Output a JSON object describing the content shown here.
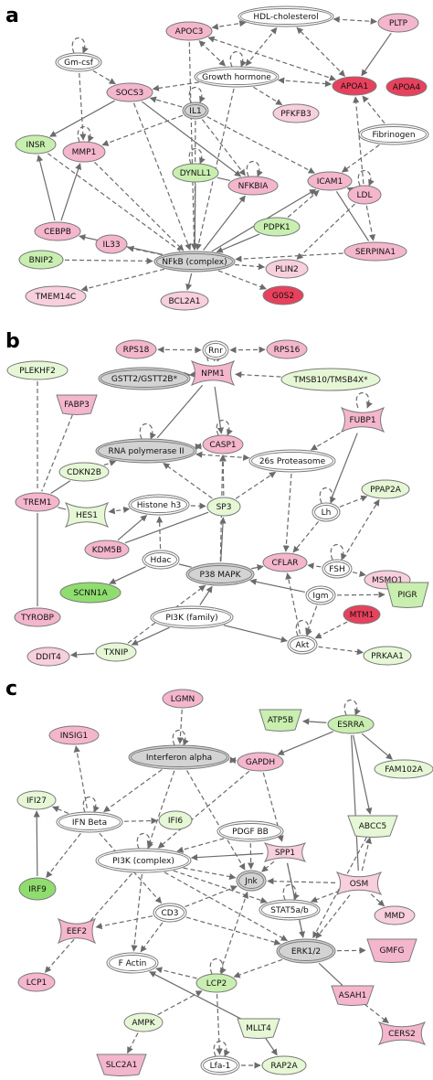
{
  "colors": {
    "pink": "#f4b6cc",
    "lightpink": "#f8cfdc",
    "red": "#e8415d",
    "green": "#c9efb0",
    "lightgreen": "#e6f7d6",
    "brightgreen": "#8fdd6f",
    "gray": "#d3d3d3",
    "white": "#ffffff",
    "edge": "#6b6b6b"
  },
  "panels": [
    {
      "label": "a",
      "nodes": [
        {
          "id": "HDL",
          "label": "HDL-cholesterol",
          "shape": "ellipse",
          "color": "white"
        },
        {
          "id": "APOC3",
          "label": "APOC3",
          "shape": "ellipse",
          "color": "pink"
        },
        {
          "id": "PLTP",
          "label": "PLTP",
          "shape": "ellipse",
          "color": "pink"
        },
        {
          "id": "Gmcsf",
          "label": "Gm-csf",
          "shape": "ellipse",
          "color": "white"
        },
        {
          "id": "GH",
          "label": "Growth hormone",
          "shape": "ellipse",
          "color": "white"
        },
        {
          "id": "APOA1",
          "label": "APOA1",
          "shape": "ellipse",
          "color": "red"
        },
        {
          "id": "APOA4",
          "label": "APOA4",
          "shape": "ellipse",
          "color": "red"
        },
        {
          "id": "SOCS3",
          "label": "SOCS3",
          "shape": "ellipse",
          "color": "pink"
        },
        {
          "id": "PFKFB3",
          "label": "PFKFB3",
          "shape": "ellipse",
          "color": "lightpink"
        },
        {
          "id": "INSR",
          "label": "INSR",
          "shape": "ellipse",
          "color": "green"
        },
        {
          "id": "IL1",
          "label": "IL1",
          "shape": "ellipse",
          "color": "gray"
        },
        {
          "id": "Fib",
          "label": "Fibrinogen",
          "shape": "ellipse",
          "color": "white"
        },
        {
          "id": "MMP1",
          "label": "MMP1",
          "shape": "ellipse",
          "color": "pink"
        },
        {
          "id": "DYNLL1",
          "label": "DYNLL1",
          "shape": "ellipse",
          "color": "green"
        },
        {
          "id": "NFKBIA",
          "label": "NFKBIA",
          "shape": "ellipse",
          "color": "pink"
        },
        {
          "id": "ICAM1",
          "label": "ICAM1",
          "shape": "ellipse",
          "color": "pink"
        },
        {
          "id": "LDL",
          "label": "LDL",
          "shape": "ellipse",
          "color": "pink"
        },
        {
          "id": "CEBPB",
          "label": "CEBPB",
          "shape": "ellipse",
          "color": "pink"
        },
        {
          "id": "IL33",
          "label": "IL33",
          "shape": "ellipse",
          "color": "pink"
        },
        {
          "id": "PDPK1",
          "label": "PDPK1",
          "shape": "ellipse",
          "color": "green"
        },
        {
          "id": "SERPINA1",
          "label": "SERPINA1",
          "shape": "ellipse",
          "color": "pink"
        },
        {
          "id": "BNIP2",
          "label": "BNIP2",
          "shape": "ellipse",
          "color": "green"
        },
        {
          "id": "NFKB",
          "label": "NFkB (complex)",
          "shape": "ellipse",
          "color": "gray"
        },
        {
          "id": "PLIN2",
          "label": "PLIN2",
          "shape": "ellipse",
          "color": "lightpink"
        },
        {
          "id": "TMEM14C",
          "label": "TMEM14C",
          "shape": "ellipse",
          "color": "lightpink"
        },
        {
          "id": "BCL2A1",
          "label": "BCL2A1",
          "shape": "ellipse",
          "color": "lightpink"
        },
        {
          "id": "G0S2",
          "label": "G0S2",
          "shape": "ellipse",
          "color": "red"
        }
      ]
    },
    {
      "label": "b",
      "nodes": [
        {
          "id": "RPS18",
          "label": "RPS18",
          "shape": "ellipse",
          "color": "pink"
        },
        {
          "id": "Rnr",
          "label": "Rnr",
          "shape": "ellipse",
          "color": "white"
        },
        {
          "id": "RPS16",
          "label": "RPS16",
          "shape": "ellipse",
          "color": "pink"
        },
        {
          "id": "PLEKHF2",
          "label": "PLEKHF2",
          "shape": "ellipse",
          "color": "lightgreen"
        },
        {
          "id": "GSTT2",
          "label": "GSTT2/GSTT2B*",
          "shape": "ellipse",
          "color": "gray"
        },
        {
          "id": "NPM1",
          "label": "NPM1",
          "shape": "ellipse",
          "color": "pink"
        },
        {
          "id": "TMSB",
          "label": "TMSB10/TMSB4X*",
          "shape": "ellipse",
          "color": "lightgreen"
        },
        {
          "id": "FABP3",
          "label": "FABP3",
          "shape": "ellipse",
          "color": "pink"
        },
        {
          "id": "FUBP1",
          "label": "FUBP1",
          "shape": "ellipse",
          "color": "pink"
        },
        {
          "id": "CASP1",
          "label": "CASP1",
          "shape": "ellipse",
          "color": "pink"
        },
        {
          "id": "RNAP",
          "label": "RNA polymerase II",
          "shape": "ellipse",
          "color": "gray"
        },
        {
          "id": "P26",
          "label": "26s Proteasome",
          "shape": "ellipse",
          "color": "white"
        },
        {
          "id": "CDKN2B",
          "label": "CDKN2B",
          "shape": "ellipse",
          "color": "lightgreen"
        },
        {
          "id": "TREM1",
          "label": "TREM1",
          "shape": "ellipse",
          "color": "pink"
        },
        {
          "id": "PPAP2A",
          "label": "PPAP2A",
          "shape": "ellipse",
          "color": "lightgreen"
        },
        {
          "id": "HES1",
          "label": "HES1",
          "shape": "ellipse",
          "color": "lightgreen"
        },
        {
          "id": "H3",
          "label": "Histone h3",
          "shape": "ellipse",
          "color": "white"
        },
        {
          "id": "SP3",
          "label": "SP3",
          "shape": "ellipse",
          "color": "lightgreen"
        },
        {
          "id": "Lh",
          "label": "Lh",
          "shape": "ellipse",
          "color": "white"
        },
        {
          "id": "KDM5B",
          "label": "KDM5B",
          "shape": "ellipse",
          "color": "pink"
        },
        {
          "id": "SCNN1A",
          "label": "SCNN1A",
          "shape": "ellipse",
          "color": "brightgreen"
        },
        {
          "id": "Hdac",
          "label": "Hdac",
          "shape": "ellipse",
          "color": "white"
        },
        {
          "id": "P38",
          "label": "P38 MAPK",
          "shape": "ellipse",
          "color": "gray"
        },
        {
          "id": "CFLAR",
          "label": "CFLAR",
          "shape": "ellipse",
          "color": "pink"
        },
        {
          "id": "FSH",
          "label": "FSH",
          "shape": "ellipse",
          "color": "white"
        },
        {
          "id": "MSMO1",
          "label": "MSMO1",
          "shape": "ellipse",
          "color": "lightpink"
        },
        {
          "id": "Igm",
          "label": "Igm",
          "shape": "ellipse",
          "color": "white"
        },
        {
          "id": "PIGR",
          "label": "PIGR",
          "shape": "ellipse",
          "color": "green"
        },
        {
          "id": "TYROBP",
          "label": "TYROBP",
          "shape": "ellipse",
          "color": "pink"
        },
        {
          "id": "PI3K",
          "label": "PI3K (family)",
          "shape": "ellipse",
          "color": "white"
        },
        {
          "id": "MTM1",
          "label": "MTM1",
          "shape": "ellipse",
          "color": "red"
        },
        {
          "id": "DDIT4",
          "label": "DDIT4",
          "shape": "ellipse",
          "color": "lightpink"
        },
        {
          "id": "TXNIP",
          "label": "TXNIP",
          "shape": "ellipse",
          "color": "lightgreen"
        },
        {
          "id": "Akt",
          "label": "Akt",
          "shape": "ellipse",
          "color": "white"
        },
        {
          "id": "PRKAA1",
          "label": "PRKAA1",
          "shape": "ellipse",
          "color": "lightgreen"
        }
      ]
    },
    {
      "label": "c",
      "nodes": [
        {
          "id": "LGMN",
          "label": "LGMN",
          "shape": "ellipse",
          "color": "pink"
        },
        {
          "id": "ATP5B",
          "label": "ATP5B",
          "shape": "ellipse",
          "color": "green"
        },
        {
          "id": "ESRRA",
          "label": "ESRRA",
          "shape": "ellipse",
          "color": "green"
        },
        {
          "id": "INSIG1",
          "label": "INSIG1",
          "shape": "ellipse",
          "color": "pink"
        },
        {
          "id": "IFNa",
          "label": "Interferon alpha",
          "shape": "ellipse",
          "color": "gray"
        },
        {
          "id": "GAPDH",
          "label": "GAPDH",
          "shape": "ellipse",
          "color": "pink"
        },
        {
          "id": "FAM102A",
          "label": "FAM102A",
          "shape": "ellipse",
          "color": "lightgreen"
        },
        {
          "id": "IFI27",
          "label": "IFI27",
          "shape": "ellipse",
          "color": "lightgreen"
        },
        {
          "id": "IFNb",
          "label": "IFN Beta",
          "shape": "ellipse",
          "color": "white"
        },
        {
          "id": "IFI6",
          "label": "IFI6",
          "shape": "ellipse",
          "color": "lightgreen"
        },
        {
          "id": "PDGF",
          "label": "PDGF BB",
          "shape": "ellipse",
          "color": "white"
        },
        {
          "id": "ABCC5",
          "label": "ABCC5",
          "shape": "ellipse",
          "color": "lightgreen"
        },
        {
          "id": "PI3Kc",
          "label": "PI3K (complex)",
          "shape": "ellipse",
          "color": "white"
        },
        {
          "id": "SPP1",
          "label": "SPP1",
          "shape": "ellipse",
          "color": "lightpink"
        },
        {
          "id": "Jnk",
          "label": "Jnk",
          "shape": "ellipse",
          "color": "gray"
        },
        {
          "id": "IRF9",
          "label": "IRF9",
          "shape": "ellipse",
          "color": "brightgreen"
        },
        {
          "id": "OSM",
          "label": "OSM",
          "shape": "ellipse",
          "color": "lightpink"
        },
        {
          "id": "CD3",
          "label": "CD3",
          "shape": "ellipse",
          "color": "white"
        },
        {
          "id": "STAT5",
          "label": "STAT5a/b",
          "shape": "ellipse",
          "color": "white"
        },
        {
          "id": "MMD",
          "label": "MMD",
          "shape": "ellipse",
          "color": "lightpink"
        },
        {
          "id": "EEF2",
          "label": "EEF2",
          "shape": "ellipse",
          "color": "pink"
        },
        {
          "id": "ERK",
          "label": "ERK1/2",
          "shape": "ellipse",
          "color": "gray"
        },
        {
          "id": "GMFG",
          "label": "GMFG",
          "shape": "ellipse",
          "color": "pink"
        },
        {
          "id": "LCP1",
          "label": "LCP1",
          "shape": "ellipse",
          "color": "pink"
        },
        {
          "id": "FActin",
          "label": "F Actin",
          "shape": "ellipse",
          "color": "white"
        },
        {
          "id": "LCP2",
          "label": "LCP2",
          "shape": "ellipse",
          "color": "green"
        },
        {
          "id": "ASAH1",
          "label": "ASAH1",
          "shape": "ellipse",
          "color": "pink"
        },
        {
          "id": "AMPK",
          "label": "AMPK",
          "shape": "ellipse",
          "color": "lightgreen"
        },
        {
          "id": "MLLT4",
          "label": "MLLT4",
          "shape": "ellipse",
          "color": "lightgreen"
        },
        {
          "id": "CERS2",
          "label": "CERS2",
          "shape": "ellipse",
          "color": "pink"
        },
        {
          "id": "SLC2A1",
          "label": "SLC2A1",
          "shape": "ellipse",
          "color": "pink"
        },
        {
          "id": "Lfa1",
          "label": "Lfa-1",
          "shape": "ellipse",
          "color": "white"
        },
        {
          "id": "RAP2A",
          "label": "RAP2A",
          "shape": "ellipse",
          "color": "lightgreen"
        }
      ]
    }
  ]
}
